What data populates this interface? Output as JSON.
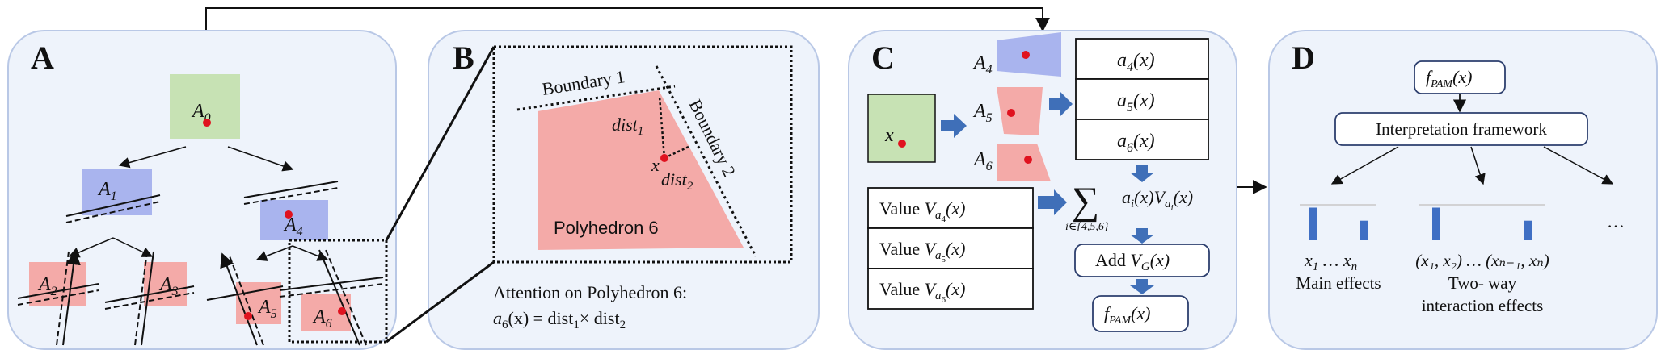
{
  "colors": {
    "panel_fill": "#eef3fb",
    "panel_stroke": "#b9c8e6",
    "green": "#c7e2b4",
    "blue": "#a9b4ee",
    "red": "#f4aaa8",
    "point": "#e0121f",
    "arrow_blue": "#3f6fb8",
    "bar_blue": "#3f6fc4"
  },
  "panel_a": {
    "label": "A",
    "root": {
      "name": "A",
      "sub": "0"
    },
    "level1_left": {
      "name": "A",
      "sub": "1"
    },
    "level1_right": {
      "name": "A",
      "sub": "4"
    },
    "leaves": [
      {
        "name": "A",
        "sub": "2"
      },
      {
        "name": "A",
        "sub": "3"
      },
      {
        "name": "A",
        "sub": "5"
      },
      {
        "name": "A",
        "sub": "6"
      }
    ]
  },
  "panel_b": {
    "label": "B",
    "boundary1": "Boundary 1",
    "boundary2": "Boundary 2",
    "dist1": {
      "name": "dist",
      "sub": "1"
    },
    "dist2": {
      "name": "dist",
      "sub": "2"
    },
    "x": "x",
    "polyhedron": "Polyhedron 6",
    "caption_line1": "Attention on Polyhedron 6:",
    "caption_line2": {
      "lhs": "a",
      "sub": "6",
      "arg": "(x) = dist",
      "s1": "1",
      "times": "× dist",
      "s2": "2"
    }
  },
  "panel_c": {
    "label": "C",
    "x": "x",
    "regions": [
      {
        "name": "A",
        "sub": "4"
      },
      {
        "name": "A",
        "sub": "5"
      },
      {
        "name": "A",
        "sub": "6"
      }
    ],
    "attention": [
      {
        "name": "a",
        "sub": "4",
        "arg": "(x)"
      },
      {
        "name": "a",
        "sub": "5",
        "arg": "(x)"
      },
      {
        "name": "a",
        "sub": "6",
        "arg": "(x)"
      }
    ],
    "values": [
      {
        "prefix": "Value ",
        "name": "V",
        "sub": "a",
        "subsub": "4",
        "arg": "(x)"
      },
      {
        "prefix": "Value ",
        "name": "V",
        "sub": "a",
        "subsub": "5",
        "arg": "(x)"
      },
      {
        "prefix": "Value ",
        "name": "V",
        "sub": "a",
        "subsub": "6",
        "arg": "(x)"
      }
    ],
    "sum_symbol": "∑",
    "sum_index": "i∈{4,5,6}",
    "sum_term": {
      "a": "a",
      "i": "i",
      "x": "(x)",
      "V": "V",
      "vsub": "a",
      "vsubsub": "i",
      "vx": "(x)"
    },
    "add_vg": {
      "prefix": "Add ",
      "name": "V",
      "sub": "G",
      "arg": "(x)"
    },
    "output": {
      "name": "f",
      "sub": "PAM",
      "arg": "(x)"
    }
  },
  "panel_d": {
    "label": "D",
    "top_box": {
      "name": "f",
      "sub": "PAM",
      "arg": "(x)"
    },
    "framework": "Interpretation framework",
    "main_axis": {
      "x1": "x",
      "s1": "1",
      "dots": " … ",
      "xn": "x",
      "sn": "n"
    },
    "main_label": "Main effects",
    "pair_axis": "(x₁, x₂) … (xₙ₋₁, xₙ)",
    "pair_label_line1": "Two- way",
    "pair_label_line2": "interaction effects",
    "ellipsis": "…",
    "main_bars": [
      0.75,
      0.45
    ],
    "pair_bars": [
      0.75,
      0.45
    ]
  }
}
